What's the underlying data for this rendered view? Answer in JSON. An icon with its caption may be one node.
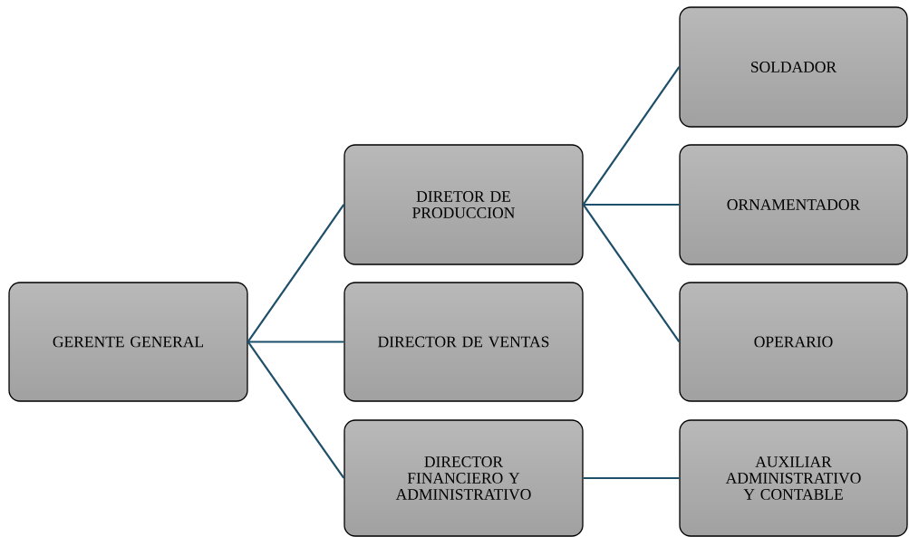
{
  "diagram": {
    "nodes": [
      {
        "text": [
          "GERENTE GENERAL"
        ]
      },
      {
        "text": [
          "DIRETOR DE PRODUCCION"
        ]
      },
      {
        "text": [
          "DIRECTOR DE VENTAS"
        ]
      },
      {
        "text": [
          "DIRECTOR FINANCIERO Y ADMINISTRATIVO"
        ]
      },
      {
        "text": [
          "SOLDADOR"
        ]
      },
      {
        "text": [
          "ORNAMENTADOR"
        ]
      },
      {
        "text": [
          "OPERARIO"
        ]
      },
      {
        "text": [
          "AUXILIAR ADMINISTRATIVO Y CONTABLE"
        ]
      }
    ],
    "edges": [
      {
        "from": 0,
        "to": 1,
        "arrow": "none"
      },
      {
        "from": 0,
        "to": 2,
        "arrow": "none"
      },
      {
        "from": 0,
        "to": 3,
        "arrow": "none"
      },
      {
        "from": 1,
        "to": 4,
        "arrow": "none"
      },
      {
        "from": 1,
        "to": 5,
        "arrow": "none"
      },
      {
        "from": 1,
        "to": 6,
        "arrow": "none"
      },
      {
        "from": 3,
        "to": 7,
        "arrow": "none"
      }
    ]
  }
}
